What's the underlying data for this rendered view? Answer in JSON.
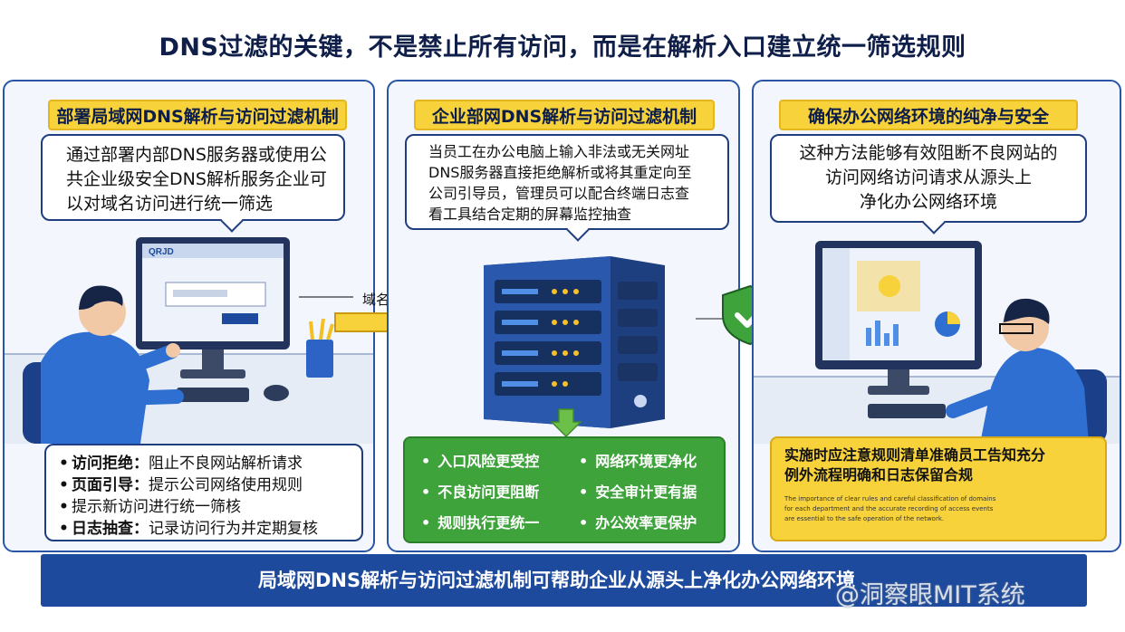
{
  "title": "DNS过滤的关键，不是禁止所有访问，而是在解析入口建立统一筛选规则",
  "panel1": {
    "banner": "部署局域网DNS解析与访问过滤机制",
    "bubble_lines": [
      "通过部署内部DNS服务器或使用公",
      "共企业级安全DNS解析服务企业可",
      "以对域名访问进行统一筛选"
    ],
    "screen_logo": "QRJD",
    "list": [
      {
        "term": "访问拒绝：",
        "desc": "阻止不良网站解析请求"
      },
      {
        "term": "页面引导：",
        "desc": "提示公司网络使用规则"
      },
      {
        "term": "",
        "desc": "提示新访问进行统一筛核"
      },
      {
        "term": "日志抽查：",
        "desc": "记录访问行为并定期复核"
      }
    ]
  },
  "arrow_label": "域名筛选",
  "panel2": {
    "banner": "企业部网DNS解析与访问过滤机制",
    "bubble_lines": [
      "当员工在办公电脑上输入非法或无关网址",
      "DNS服务器直接拒绝解析或将其重定向至",
      "公司引导员，管理员可以配合终端日志查",
      "看工具结合定期的屏幕监控抽查"
    ],
    "benefits_left": [
      "入口风险更受控",
      "不良访问更阻断",
      "规则执行更统一"
    ],
    "benefits_right": [
      "网络环境更净化",
      "安全审计更有据",
      "办公效率更保护"
    ]
  },
  "panel3": {
    "banner": "确保办公网络环境的纯净与安全",
    "bubble_lines": [
      "这种方法能够有效阻断不良网站的",
      "访问网络访问请求从源头上",
      "净化办公网络环境"
    ],
    "note_lines": [
      "实施时应注意规则清单准确员工告知充分",
      "例外流程明确和日志保留合规"
    ],
    "fine_print": [
      "The importance of clear rules and careful classification of domains",
      "for each department and the accurate recording of access events",
      "are essential to the safe operation of the network."
    ]
  },
  "footer": "局域网DNS解析与访问过滤机制可帮助企业从源头上净化办公网络环境",
  "watermark": "@洞察眼MIT系统",
  "colors": {
    "navy": "#1d4a9c",
    "yellow": "#f7d23a",
    "green": "#3fa33c",
    "border": "#2a55a5"
  }
}
